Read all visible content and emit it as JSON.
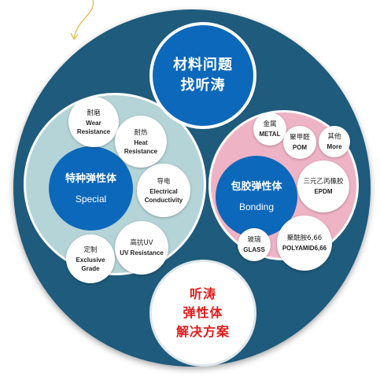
{
  "center_top": {
    "line1": "材料问题",
    "line2": "找听涛"
  },
  "center_bottom": {
    "line1": "听涛",
    "line2": "弹性体",
    "line3": "解决方案"
  },
  "left_group": {
    "hub_cn": "特种弹性体",
    "hub_en": "Special",
    "items": [
      {
        "cn": "耐磨",
        "en1": "Wear",
        "en2": "Resistance"
      },
      {
        "cn": "耐热",
        "en1": "Heat",
        "en2": "Resistance"
      },
      {
        "cn": "导电",
        "en1": "Electrical",
        "en2": "Conductivity"
      },
      {
        "cn": "高抗UV",
        "en1": "UV Resistance",
        "en2": ""
      },
      {
        "cn": "定制",
        "en1": "Exclusive",
        "en2": "Grade"
      }
    ]
  },
  "right_group": {
    "hub_cn": "包胶弹性体",
    "hub_en": "Bonding",
    "items": [
      {
        "cn": "金属",
        "en1": "METAL",
        "en2": ""
      },
      {
        "cn": "聚甲醛",
        "en1": "POM",
        "en2": ""
      },
      {
        "cn": "其他",
        "en1": "More",
        "en2": ""
      },
      {
        "cn": "三元乙丙橡胶",
        "en1": "EPDM",
        "en2": ""
      },
      {
        "cn": "玻璃",
        "en1": "GLASS",
        "en2": ""
      },
      {
        "cn": "聚酰胺6,66",
        "en1": "POLYAMID6,66",
        "en2": ""
      }
    ]
  },
  "colors": {
    "outer": "#1e5b7c",
    "blue": "#0c68bb",
    "teal_group": "#b4d4d7",
    "pink_group": "#efb3c6",
    "red_text": "#e11b1b"
  }
}
